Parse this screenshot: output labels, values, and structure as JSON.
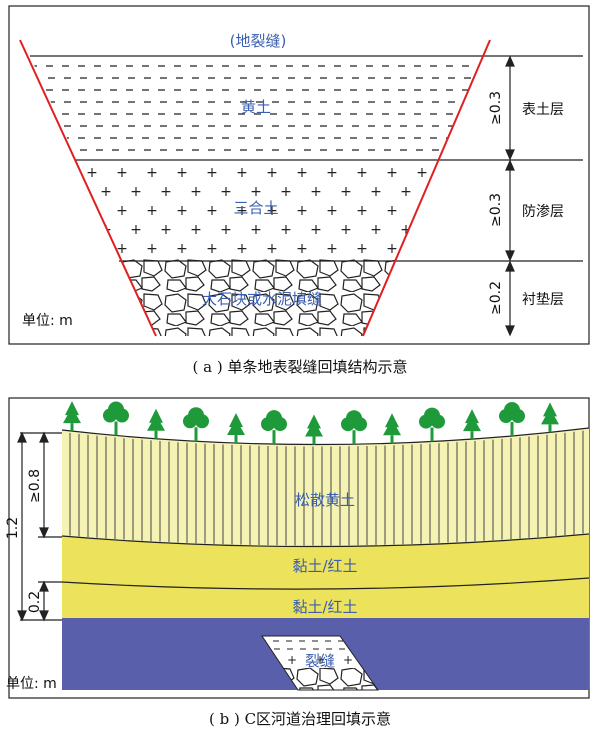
{
  "panel_a": {
    "fissure_label": "(地裂缝)",
    "layers": [
      {
        "name": "黄土",
        "thickness": "≥0.3",
        "layer_name": "表土层"
      },
      {
        "name": "三合土",
        "thickness": "≥0.3",
        "layer_name": "防渗层"
      },
      {
        "name": "大石块或水泥填缝",
        "thickness": "≥0.2",
        "layer_name": "衬垫层"
      }
    ],
    "unit": "单位: m",
    "caption": "( a ) 单条地表裂缝回填结构示意"
  },
  "panel_b": {
    "layers": [
      {
        "name": "松散黄土"
      },
      {
        "name": "黏土/红土"
      },
      {
        "name": "黏土/红土"
      }
    ],
    "crack_label": "裂缝",
    "dim_total": "1.2",
    "dim_loess": "≥0.8",
    "dim_lower": "0.2",
    "unit": "单位: m",
    "caption": "( b ) C区河道治理回填示意"
  },
  "colors": {
    "red_line": "#e02020",
    "loess_fill": "#f5f3b4",
    "clay_fill": "#ede25c",
    "base_fill": "#5a5fab",
    "tree": "#1f9a3a",
    "text_blue": "#3a5fb0"
  }
}
